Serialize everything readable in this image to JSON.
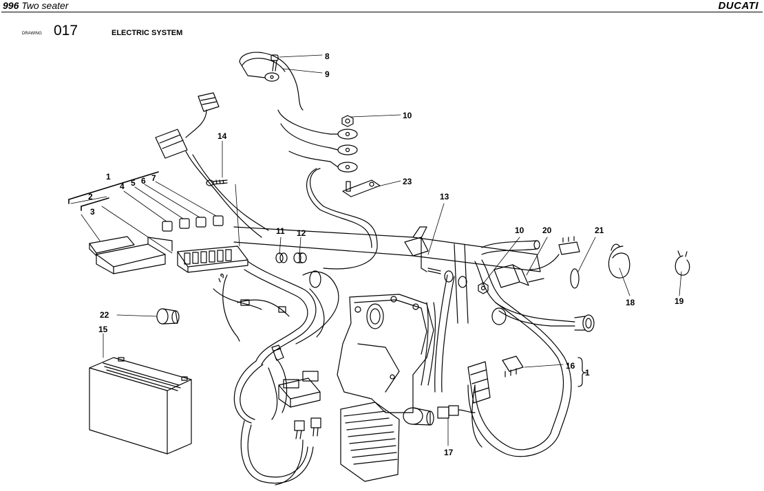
{
  "header": {
    "model_number": "996",
    "model_name": "Two seater",
    "brand": "DUCATI"
  },
  "drawing": {
    "label": "DRAWING",
    "number": "017",
    "title": "ELECTRIC SYSTEM"
  },
  "callouts": [
    "8",
    "9",
    "10",
    "23",
    "14",
    "1",
    "2",
    "3",
    "4",
    "5",
    "6",
    "7",
    "11",
    "12",
    "13",
    "10",
    "20",
    "21",
    "18",
    "19",
    "22",
    "15",
    "16",
    "1",
    "17"
  ]
}
